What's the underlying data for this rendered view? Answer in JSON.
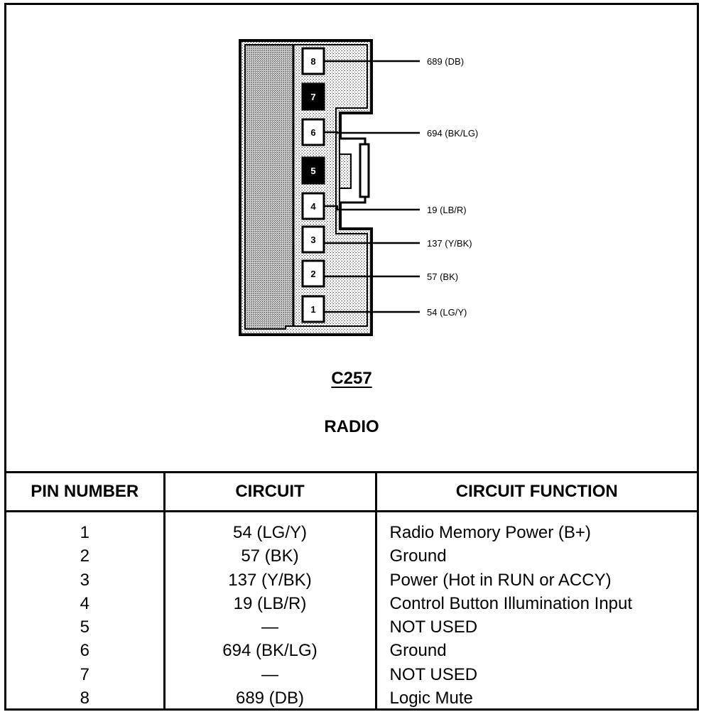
{
  "connector": {
    "id": "C257",
    "name": "RADIO",
    "pins": [
      {
        "pin": "8",
        "used": true,
        "label": "689 (DB)"
      },
      {
        "pin": "7",
        "used": false,
        "label": ""
      },
      {
        "pin": "6",
        "used": true,
        "label": "694 (BK/LG)"
      },
      {
        "pin": "5",
        "used": false,
        "label": ""
      },
      {
        "pin": "4",
        "used": true,
        "label": "19 (LB/R)"
      },
      {
        "pin": "3",
        "used": true,
        "label": "137 (Y/BK)"
      },
      {
        "pin": "2",
        "used": true,
        "label": "57 (BK)"
      },
      {
        "pin": "1",
        "used": true,
        "label": "54 (LG/Y)"
      }
    ]
  },
  "table": {
    "headers": [
      "PIN NUMBER",
      "CIRCUIT",
      "CIRCUIT FUNCTION"
    ],
    "rows": [
      {
        "pin": "1",
        "circuit": "54 (LG/Y)",
        "function": "Radio Memory Power (B+)"
      },
      {
        "pin": "2",
        "circuit": "57 (BK)",
        "function": "Ground"
      },
      {
        "pin": "3",
        "circuit": "137 (Y/BK)",
        "function": "Power (Hot in RUN or ACCY)"
      },
      {
        "pin": "4",
        "circuit": "19 (LB/R)",
        "function": "Control Button Illumination Input"
      },
      {
        "pin": "5",
        "circuit": "—",
        "function": "NOT USED"
      },
      {
        "pin": "6",
        "circuit": "694 (BK/LG)",
        "function": "Ground"
      },
      {
        "pin": "7",
        "circuit": "—",
        "function": "NOT USED"
      },
      {
        "pin": "8",
        "circuit": "689 (DB)",
        "function": "Logic Mute"
      }
    ]
  }
}
